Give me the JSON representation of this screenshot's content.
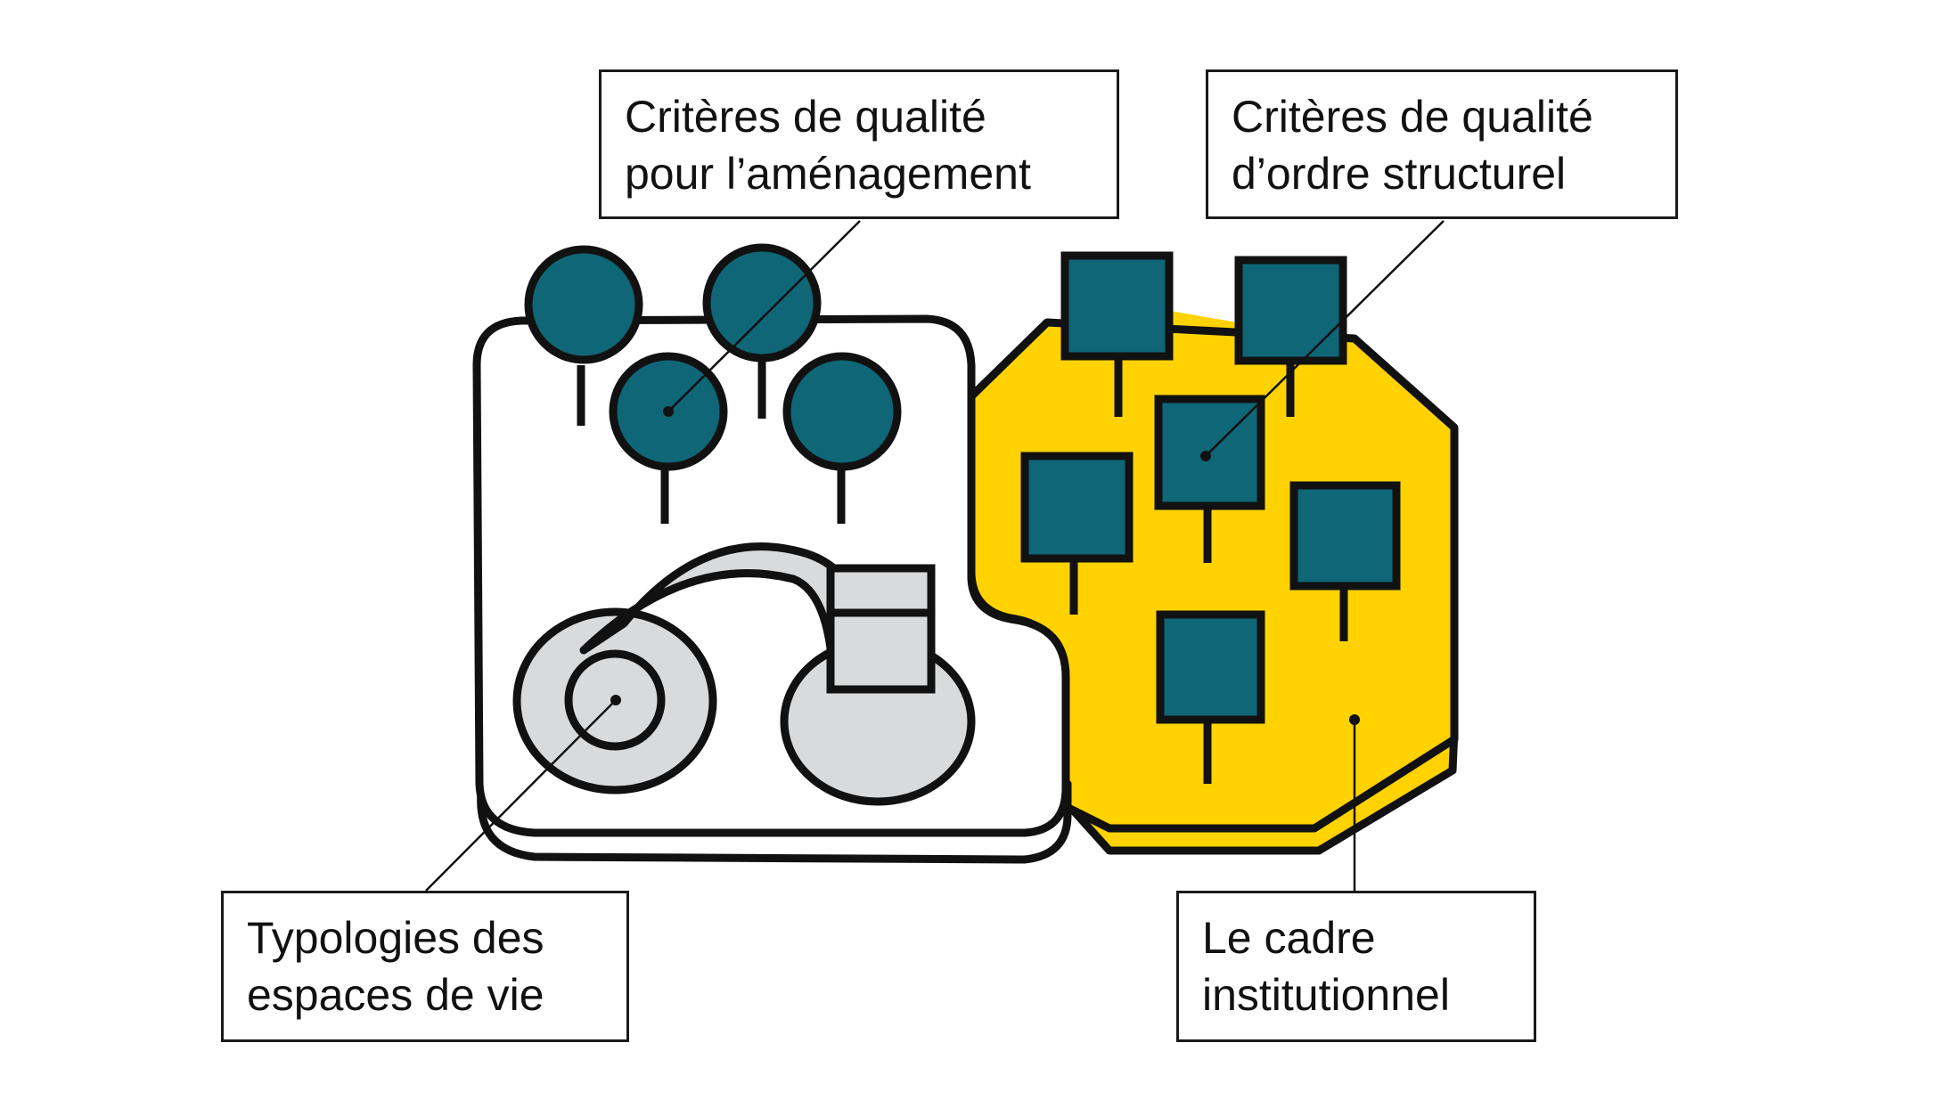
{
  "labels": {
    "amenagement": {
      "line1": "Critères de qualité",
      "line2": "pour l’aménagement"
    },
    "structurel": {
      "line1": "Critères de qualité",
      "line2": "d’ordre structurel"
    },
    "typologies": {
      "line1": "Typologies des",
      "line2": "espaces de vie"
    },
    "cadre": {
      "line1": "Le cadre",
      "line2": "institutionnel"
    }
  },
  "colors": {
    "teal": "#0e6677",
    "yellow": "#ffd200",
    "grey": "#d9dadc",
    "outline": "#111111",
    "background": "#ffffff"
  }
}
